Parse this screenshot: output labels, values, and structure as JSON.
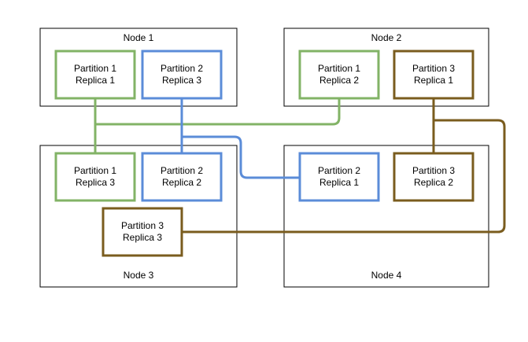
{
  "nodes": [
    {
      "id": "node1",
      "label": "Node 1"
    },
    {
      "id": "node2",
      "label": "Node 2"
    },
    {
      "id": "node3",
      "label": "Node 3"
    },
    {
      "id": "node4",
      "label": "Node 4"
    }
  ],
  "partitions": [
    {
      "id": "p1r1",
      "line1": "Partition 1",
      "line2": "Replica 1",
      "partition": 1,
      "node": "node1"
    },
    {
      "id": "p2r3",
      "line1": "Partition 2",
      "line2": "Replica 3",
      "partition": 2,
      "node": "node1"
    },
    {
      "id": "p1r2",
      "line1": "Partition 1",
      "line2": "Replica 2",
      "partition": 1,
      "node": "node2"
    },
    {
      "id": "p3r1",
      "line1": "Partition 3",
      "line2": "Replica 1",
      "partition": 3,
      "node": "node2"
    },
    {
      "id": "p1r3",
      "line1": "Partition 1",
      "line2": "Replica 3",
      "partition": 1,
      "node": "node3"
    },
    {
      "id": "p2r2",
      "line1": "Partition 2",
      "line2": "Replica 2",
      "partition": 2,
      "node": "node3"
    },
    {
      "id": "p3r3",
      "line1": "Partition 3",
      "line2": "Replica 3",
      "partition": 3,
      "node": "node3"
    },
    {
      "id": "p2r1",
      "line1": "Partition 2",
      "line2": "Replica 1",
      "partition": 2,
      "node": "node4"
    },
    {
      "id": "p3r2",
      "line1": "Partition 3",
      "line2": "Replica 2",
      "partition": 3,
      "node": "node4"
    }
  ],
  "colors": {
    "partition1": "#82b366",
    "partition2": "#5b8cd8",
    "partition3": "#7a5c1e",
    "node_border": "#000000",
    "background": "#ffffff"
  }
}
